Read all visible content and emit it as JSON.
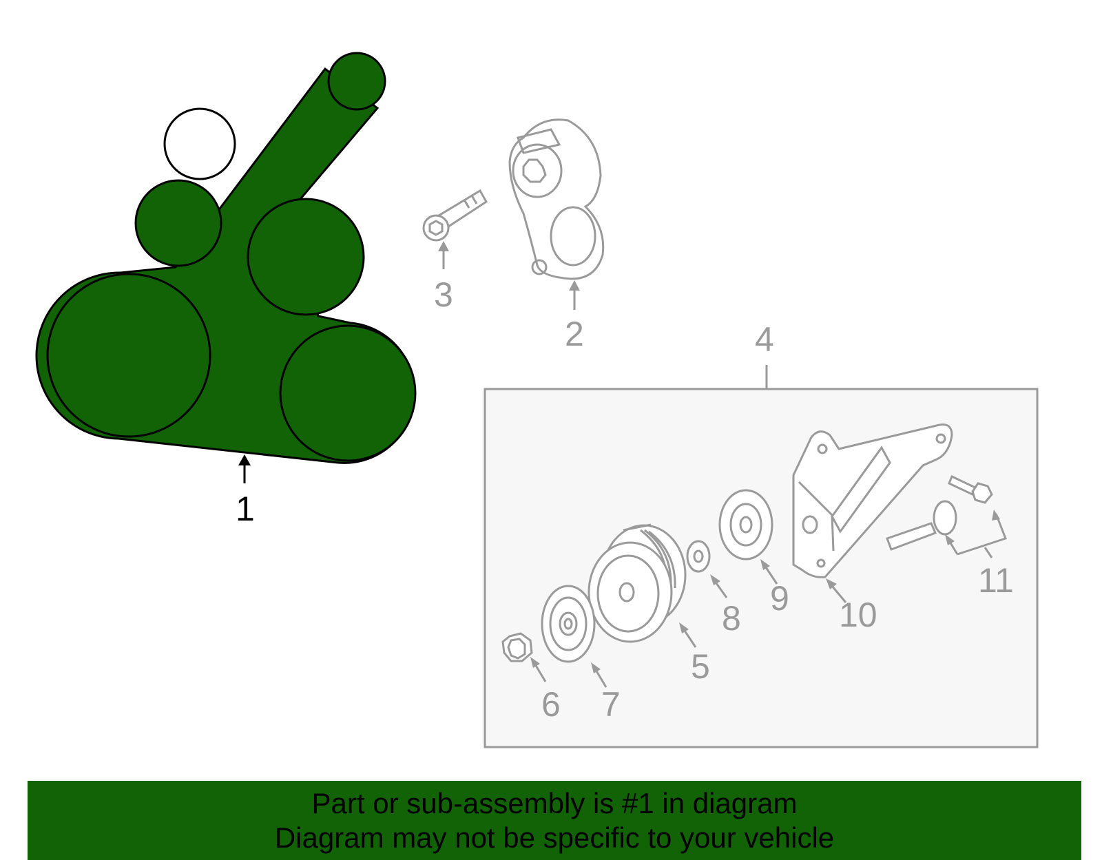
{
  "diagram": {
    "callouts": {
      "c1": "1",
      "c2": "2",
      "c3": "3",
      "c4": "4",
      "c5": "5",
      "c6": "6",
      "c7": "7",
      "c8": "8",
      "c9": "9",
      "c10": "10",
      "c11": "11"
    },
    "colors": {
      "highlight": "#126305",
      "parts": "#9a9a9a",
      "kit_box": "#f7f7f7"
    }
  },
  "banner": {
    "line1": "Part or sub-assembly is #1 in diagram",
    "line2": "Diagram may not be specific to your vehicle"
  }
}
